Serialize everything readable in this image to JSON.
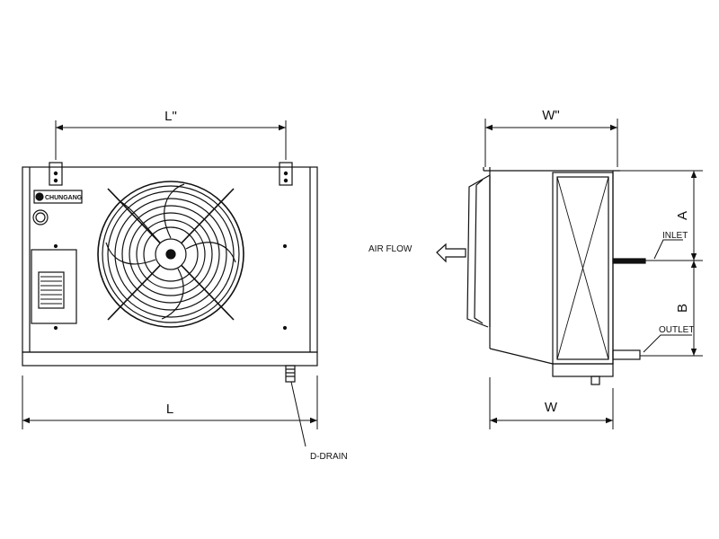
{
  "front_view": {
    "label_l_top": "L\"",
    "label_l_bottom": "L",
    "label_drain": "D-DRAIN",
    "brand": "CHUNGANG"
  },
  "side_view": {
    "label_w_top": "W\"",
    "label_w_bottom": "W",
    "label_a": "A",
    "label_b": "B",
    "label_inlet": "INLET",
    "label_outlet": "OUTLET",
    "label_airflow": "AIR FLOW"
  }
}
